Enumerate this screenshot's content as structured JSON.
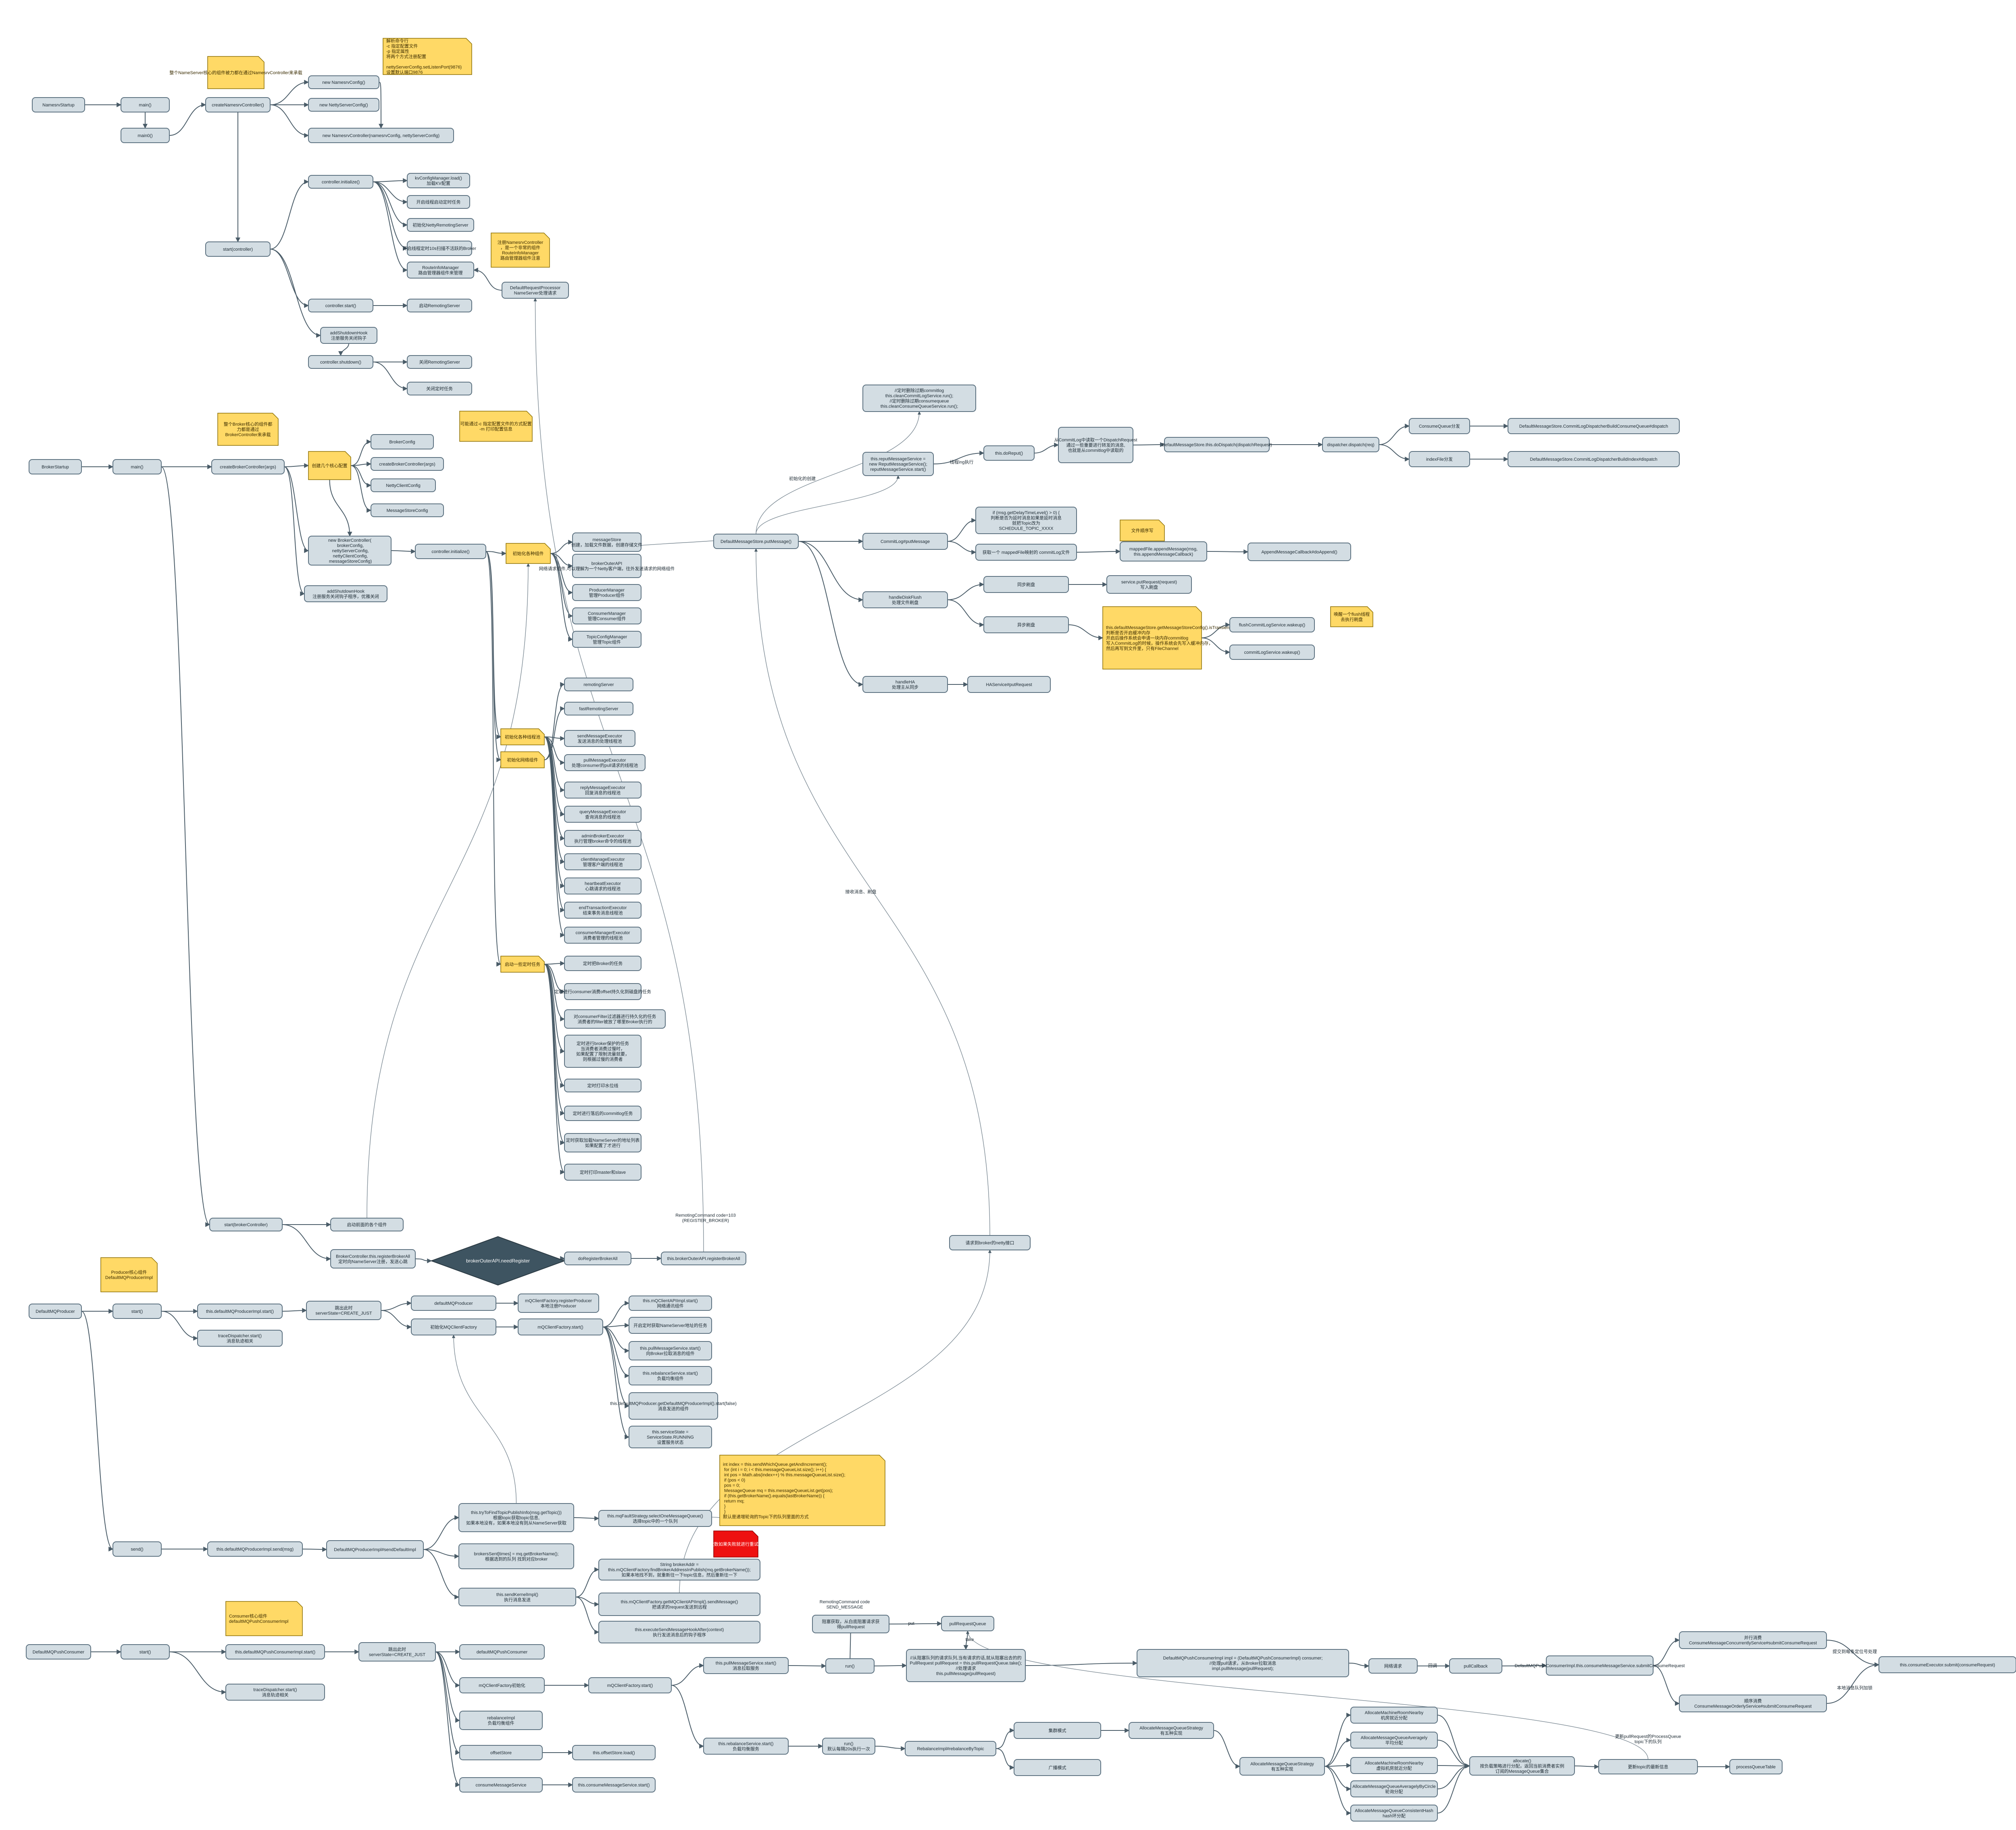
{
  "diagram": {
    "colors": {
      "node_fill": "#d3dde3",
      "node_stroke": "#5c7180",
      "note_fill": "#ffd966",
      "decision_fill": "#3e5461",
      "alert_fill": "#ee1111",
      "edge": "#4a5c68"
    },
    "nodes": {
      "ns_startup": "NamesrvStartup",
      "ns_main1": "main()",
      "ns_main0": "main0()",
      "ns_create": "createNamesrvController()",
      "ns_cfg": "new NamesrvConfig()",
      "ns_netty": "new NettyServerConfig()",
      "ns_ctrl_new": "new NamesrvController(namesrvConfig, nettyServerConfig)",
      "ns_start": "start(controller)",
      "ns_init": "controller.initialize()",
      "ns_kv": "kvConfigManager.load()\n加载KV配置",
      "ns_thread": "开启线程启动定时任务",
      "ns_remoting": "初始化NettyRemotingServer",
      "ns_scan": "开启线程定时10s扫描不活跃的Broker",
      "ns_route": "RouteInfoManager\n路由管理器组件来管理",
      "ns_processor": "DefaultRequestProcessor\nNameServer处理请求",
      "ns_cstart": "controller.start()",
      "ns_rs_start": "启动RemotingServer",
      "ns_hook": "addShutdownHook\n注册服务关闭钩子",
      "ns_shutdown": "controller.shutdown()",
      "ns_close_rs": "关闭RemotingServer",
      "ns_close_timer": "关闭定时任务",
      "br_startup": "BrokerStartup",
      "br_main": "main()",
      "br_create": "createBrokerController(args)",
      "br_core": "创建几个核心配置",
      "br_bcfg": "BrokerConfig",
      "br_cbc": "createBrokerController(args)",
      "br_ncc": "NettyClientConfig",
      "br_msc": "MessageStoreConfig",
      "br_newctrl": "new BrokerController(\n  brokerConfig,\n  nettyServerConfig,\n  nettyClientConfig,\n  messageStoreConfig)",
      "br_hook": "addShutdownHook\n注册服务关闭钩子程序，优雅关闭",
      "br_init": "controller.initialize()",
      "br_initcore": "初始化各种组件",
      "br_ms": "messageStore\n创建，加载文件数据，创建存储文件",
      "br_outer": "brokerOuterAPI\n网络请求组件,可以理解为一个Netty客户端，往外发送请求的网络组件",
      "br_pm": "ProducerManager\n管理Producer组件",
      "br_cm": "ConsumerManager\n管理Consumer组件",
      "br_tcm": "TopicConfigManager\n管理Topic组件",
      "br_pools": "初始化各种线程池",
      "br_net": "初始化网络组件",
      "br_rs": "remotingServer",
      "br_frs": "fastRemotingServer",
      "br_send": "sendMessageExecutor\n发送消息的处理线程池",
      "br_pull": "pullMessageExecutor\n处理consumer的pull请求的线程池",
      "br_reply": "replyMessageExecutor\n回复消息的线程池",
      "br_query": "queryMessageExecutor\n查询消息的线程池",
      "br_admin": "adminBrokerExecutor\n执行管理broker命令的线程池",
      "br_client": "clientManageExecutor\n管理客户端的线程池",
      "br_heart": "heartbeatExecutor\n心跳请求的线程池",
      "br_endtx": "endTransactionExecutor\n结束事务消息线程池",
      "br_consumer_mgr": "consumerManagerExecutor\n消费者管理的线程池",
      "br_timers": "启动一些定时任务",
      "br_t1": "定时把Broker的任务",
      "br_t2": "定时进行consumer消费offset持久化到磁盘的任务",
      "br_t3": "对consumerFilter过滤器进行持久化的任务\n消费者的filter被放了哪里Broker执行的",
      "br_t4": "定时进行broker保护的任务\n当消费者消费过慢时，\n如果配置了限制流量就要，\n则根据过慢的消费者",
      "br_t5": "定时打印水位线",
      "br_t6": "定时进行落后的commitlog任务",
      "br_t7": "定时获取加载NameServer的地址列表\n如果配置了才进行",
      "br_t8": "定时打印master和slave",
      "br_startb": "start(brokerController)",
      "br_start_comp": "启动前面的各个组件",
      "br_register": "BrokerController.this.registerBrokerAll\n定时向NameServer注册，发送心跳",
      "br_decision": "brokerOuterAPI.needRegister",
      "br_doreg": "doRegisterBrokerAll",
      "br_regall": "this.brokerOuterAPI.registerBrokerAll",
      "br_reg_label": "RemotingCommand code=103\n(REGISTER_BROKER)",
      "st_pull": "DefaultMessageStore.putMessage()",
      "st_init_label": "初始化的创建",
      "st_clean": "//定时删除过期commitlog\nthis.cleanCommitLogService.run();\n//定时删除过期consumequeue\nthis.cleanConsumeQueueService.run();",
      "st_reput": "this.reputMessageService =\nnew ReputMessageService();\nreputMessageService.start()",
      "st_thread_label": "线程ing执行",
      "st_doreput": "this.doReput()",
      "st_dispatch1": "从CommitLog中读取一个DispatchRequest\n通过一些重要进行转发的消息,\n也就是从commitlog中读取的",
      "st_dodispatch": "DefaultMessageStore.this.doDispatch(dispatchRequest)",
      "st_dispatcher": "dispatcher.dispatch(req)",
      "st_cq": "ConsumeQueue分发",
      "st_index": "indexFile分发",
      "st_cq_build": "DefaultMessageStore.CommitLogDispatcherBuildConsumeQueue#dispatch",
      "st_index_build": "DefaultMessageStore.CommitLogDispatcherBuildIndex#dispatch",
      "st_commitlog": "CommitLog#putMessage",
      "st_delay": "if (msg.getDelayTimeLevel() > 0) {\n判断是否为延时消息如果是延时消息\n就把Topic改为\nSCHEDULE_TOPIC_XXXX",
      "st_mapped": "获取一个 mappedFile映射的 commitLog文件",
      "st_write_note": "文件顺序写",
      "st_append": "mappedFile.appendMessage(msg,\nthis.appendMessageCallback)",
      "st_append_cb": "AppendMessageCallback#doAppend()",
      "st_flush": "handleDiskFlush\n处理文件刷盘",
      "st_sync": "同步刷盘",
      "st_async": "异步刷盘",
      "st_sync_req": "service.putRequest(request)\n写入刷盘",
      "st_async_note": "this.defaultMessageStore.getMessageStoreConfig().isTransientStorePoolEnable()\n判断是否开启缓冲内存\n开启后操作系统会申请一块内存commitlog\n写入CommitLog的时候，操作系统会先写入缓冲内存，\n然后再写到文件里，只有FileChannel",
      "st_flush_wake": "flushCommitLogService.wakeup()",
      "st_commit_wake": "commitLogService.wakeup()",
      "st_wake_note": "唤醒一个flush线程\n去执行刷盘",
      "st_ha": "handleHA\n处理主从同步",
      "st_ha_put": "HAService#putRequest",
      "st_recv_label": "接收消息、刷盘",
      "st_nettyrecv": "请求到broker的netty接口",
      "pr_default": "DefaultMQProducer",
      "pr_note": "Producer核心组件\nDefaultMQProducerImpl",
      "pr_start": "start()",
      "pr_impl_start": "this.defaultMQProducerImpl.start()",
      "pr_state": "跳出此时\nserverState=CREATE_JUST",
      "pr_trace": "traceDispatcher.start()\n消息轨迹相关",
      "pr_dp": "defaultMQProducer",
      "pr_client": "初始化MQClientFactory",
      "pr_reg": "mQClientFactory.registerProducer\n本地注册Producer",
      "pr_cstart": "mQClientFactory.start()",
      "pr_api": "this.mQClientAPIImpl.start()\n网络通讯组件",
      "pr_fetch": "开启定时获取NameServer地址的任务",
      "pr_pull": "this.pullMessageService.start()\n向Broker拉取消息的组件",
      "pr_rebal": "this.rebalanceService.start()\n负载均衡组件",
      "pr_push": "this.defaultMQProducer.getDefaultMQProducerImpl().start(false)\n消息发送的组件",
      "pr_state2": "this.serviceState =\nServiceState.RUNNING\n设置服务状态",
      "pr_send": "send()",
      "pr_send_impl": "this.defaultMQProducerImpl.send(msg)",
      "pr_send_default": "DefaultMQProducerImpl#sendDefaultImpl",
      "pr_topic": "this.tryToFindTopicPublishInfo(msg.getTopic())\n根据topic获取topic信息,\n如果本地没有，如果本地没有则从NameServer获取",
      "pr_select": "this.mqFaultStrategy.selectOneMessageQueue()\n选择topic中的一个队列",
      "pr_select_note": "int index = this.sendWhichQueue.getAndIncrement();\n    for (int i = 0; i < this.messageQueueList.size(); i++) {\n        int pos = Math.abs(index++) % this.messageQueueList.size();\n        if (pos < 0)\n            pos = 0;\n        MessageQueue mq = this.messageQueueList.get(pos);\n        if (this.getBrokerName().equals(lastBrokerName)) {\n            return mq;\n        }\n    }\n默认是递增轮询的Topic下的队列里面的方式",
      "pr_broker": "brokersSent[times] = mq.getBrokerName();\n根据选到的队列 找到对应broker",
      "pr_findaddr": "String brokerAddr =\nthis.mQClientFactory.findBrokerAddressInPublish(mq.getBrokerName());\n如果本地找不到，就重新往一下topic信息，然后重新往一下",
      "pr_red": "最大重试次数如果失败就进行重试并换broker",
      "pr_sendkernel": "this.sendKernelImpl()\n执行消息发送",
      "pr_netsend": "this.mQClientFactory.getMQClientAPIImpl().sendMessage()\n把请求的request发送到远程",
      "pr_hook": "this.executeSendMessageHookAfter(context)\n执行发送消息后的钩子程序",
      "co_default": "DefaultMQPushConsumer",
      "co_note": "Consumer核心组件\ndefaultMQPushConsumerImpl",
      "co_start": "start()",
      "co_impl_start": "this.defaultMQPushConsumerImpl.start()",
      "co_state": "跳出此时\nserverState=CREATE_JUST",
      "co_trace": "traceDispatcher.start()\n消息轨迹相关",
      "co_dc": "defaultMQPushConsumer",
      "co_client": "mQClientFactory初始化",
      "co_rebalimpl": "rebalanceImpl\n负载均衡组件",
      "co_offset": "offsetStore",
      "co_offload": "this.offsetStore.load()",
      "co_cms": "consumeMessageService",
      "co_cms_start": "this.consumeMessageService.start()",
      "co_cstart": "mQClientFactory.start()",
      "co_pullstart": "this.pullMessageService.start()\n消息拉取服务",
      "co_run": "run()",
      "co_pulllabel": "RemotingCommand code\nSEND_MESSAGE",
      "co_block": "阻塞获取，从白底阻塞请求获\n得pullRequest",
      "co_put_label": "put",
      "co_take_label": "take",
      "co_prq": "pullRequestQueue",
      "co_pullmsg": "//从阻塞队列的请求队列,当有请求的话,就从阻塞出去的的\nPullRequest pullRequest = this.pullRequestQueue.take();\n//处理请求\nthis.pullMessage(pullRequest)",
      "co_impl": "DefaultMQPushConsumerImpl impl = (DefaultMQPushConsumerImpl) consumer;\n//处理pull请求，从Broker拉取消息\nimpl.pullMessage(pullRequest);",
      "co_netpull": "网络请求",
      "co_cb_label": "回调",
      "co_pullcb": "pullCallback",
      "co_submit": "DefaultMQPushConsumerImpl.this.consumeMessageService.submitConsumeRequest",
      "co_conc": "并行消费\nConsumeMessageConcurrentlyService#submitConsumeRequest",
      "co_orderly": "顺序消费\nConsumeMessageOrderlyService#submitConsumeRequest",
      "co_exec": "this.consumeExecutor.submit(consumeRequest)",
      "co_conc_label": "提交到每条定位号处理",
      "co_ord_label": "本地消息队列加锁",
      "co_rebal_start": "this.rebalanceService.start()\n负载均衡服务",
      "co_rebal_run": "run()\n默认每隔20s执行一次",
      "co_rebal_topic": "RebalanceImpl#rebalanceByTopic",
      "co_cluster": "集群模式",
      "co_broadcast": "广播模式",
      "co_strategy": "AllocateMessageQueueStrategy\n有五种实现",
      "co_strategy2": "AllocateMessageQueueStrategy\n有五种实现",
      "co_s1": "AllocateMachineRoomNearby\n机房就近分配",
      "co_s2": "AllocateMessageQueueAveragely\n平均分配",
      "co_s3": "AllocateMachineRoomNearby\n虚拟机房就近分配",
      "co_s4": "AllocateMessageQueueAveragelyByCircle\n轮询分配",
      "co_s5": "AllocateMessageQueueConsistentHash\nhash环分配",
      "co_allocate": "allocate()\n按负载策略进行分配，返回当前消费者实例\n订阅的MessageQueue集合",
      "co_update": "更新topic的最新信息",
      "co_update_label": "更新pullRequest的ProcessQueue\ntopic下的队列",
      "co_pqt": "processQueueTable",
      "ns_note1": "整个NameServer核心的组件被力都在通过NamesrvController来承载",
      "ns_note2": "解析命令行\n-c 指定配置文件\n-p 指定属性\n将两个方式注册配置\n\nnettyServerConfig.setListenPort(9876)\n设置默认端口9876",
      "ns_note3": "注册NamesrvController\n，是一个非常的组件\nRouteInfoManager\n路由管理器组件注意",
      "br_note1": "整个Broker核心的组件都\n力都是通过\nBrokerController来承载",
      "br_note2": "可能通过-c 指定配置文件的方式配置\n-m 打印配置信息"
    }
  }
}
